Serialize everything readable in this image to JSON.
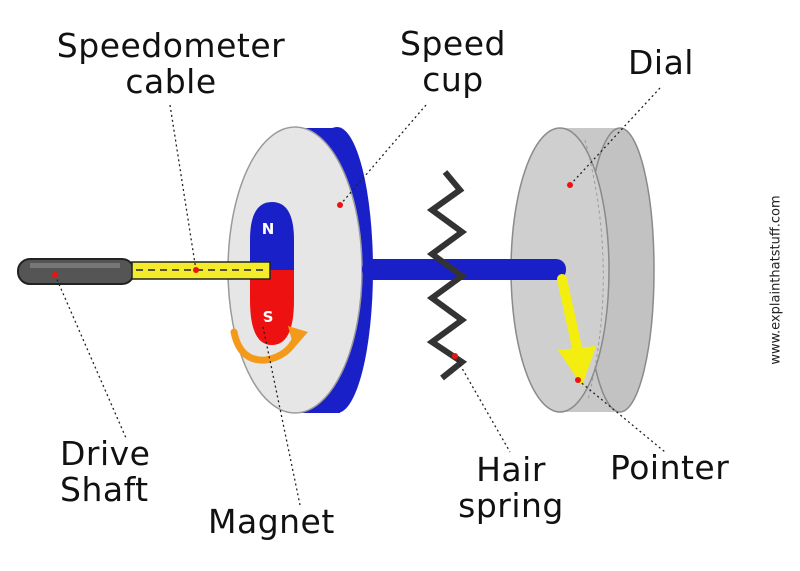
{
  "labels": {
    "speedometer_cable": [
      "Speedometer",
      "cable"
    ],
    "speed_cup": [
      "Speed",
      "cup"
    ],
    "dial": "Dial",
    "drive_shaft": [
      "Drive",
      "Shaft"
    ],
    "magnet": "Magnet",
    "hair_spring": [
      "Hair",
      "spring"
    ],
    "pointer": "Pointer"
  },
  "magnet_poles": {
    "north": "N",
    "south": "S"
  },
  "watermark": "www.explainthatstuff.com",
  "colors": {
    "speed_cup": "#1a20c8",
    "magnet_north": "#1a20c8",
    "magnet_south": "#ee1111",
    "cable": "#f4ec2a",
    "pointer": "#f4ee10",
    "dial": "#c8c8c8",
    "drive_shaft": "#555555",
    "rotation_arrow": "#f39a1a",
    "spring": "#333333",
    "marker_dot": "#ee1111"
  }
}
